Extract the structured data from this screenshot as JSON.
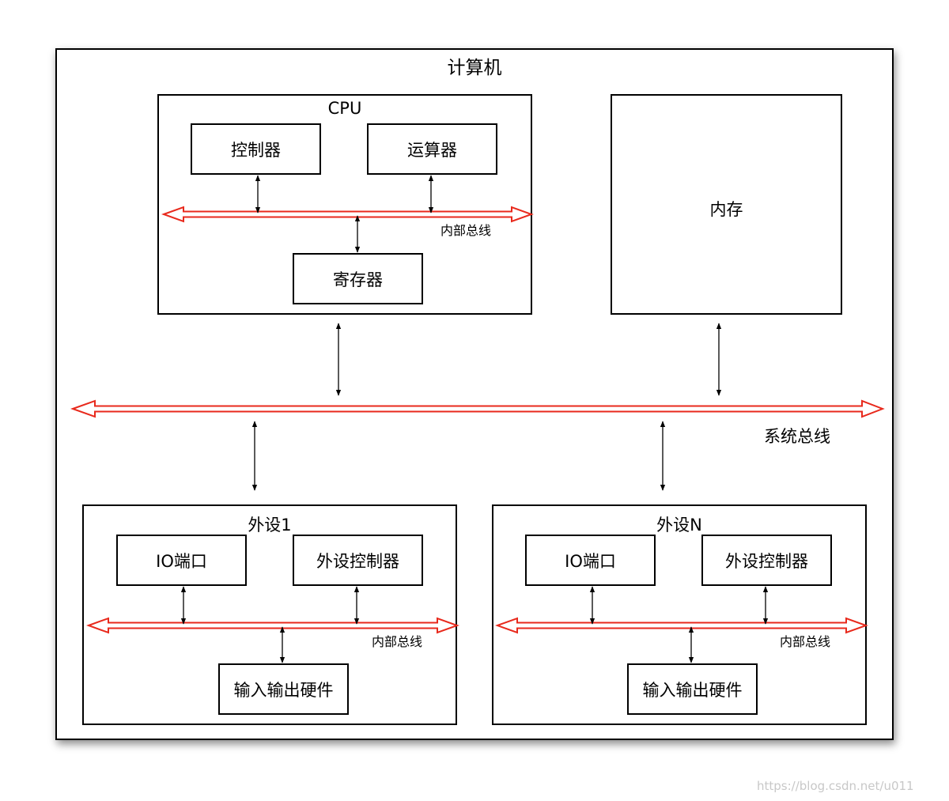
{
  "title": "计算机",
  "cpu": {
    "label": "CPU",
    "controller": "控制器",
    "alu": "运算器",
    "register": "寄存器",
    "bus_label": "内部总线"
  },
  "memory": {
    "label": "内存"
  },
  "system_bus": {
    "label": "系统总线"
  },
  "peripheral_1": {
    "label": "外设1",
    "io_port": "IO端口",
    "controller": "外设控制器",
    "io_hardware": "输入输出硬件",
    "bus_label": "内部总线"
  },
  "peripheral_n": {
    "label": "外设N",
    "io_port": "IO端口",
    "controller": "外设控制器",
    "io_hardware": "输入输出硬件",
    "bus_label": "内部总线"
  },
  "watermark": "https://blog.csdn.net/u011",
  "colors": {
    "bus": "#e8291c",
    "line": "#000000",
    "watermark": "#c8c8c8"
  }
}
